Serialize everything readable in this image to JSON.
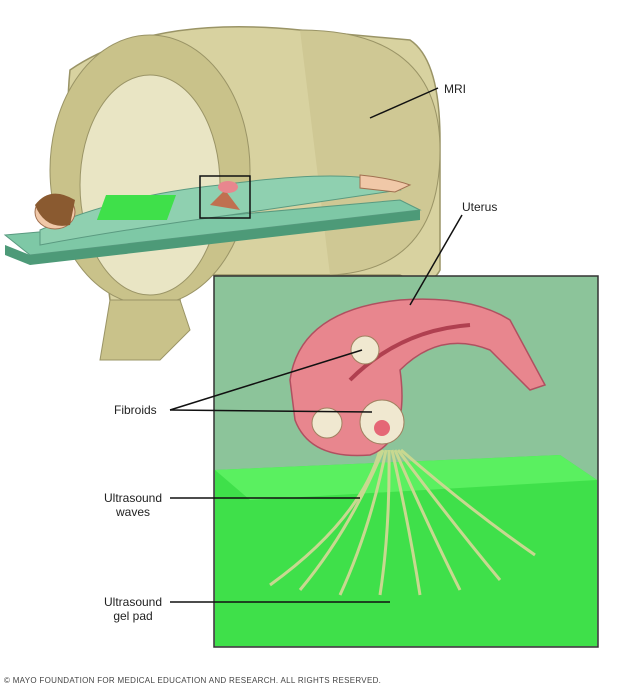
{
  "labels": {
    "mri": "MRI",
    "uterus": "Uterus",
    "fibroids": "Fibroids",
    "ultrasound_waves_1": "Ultrasound",
    "ultrasound_waves_2": "waves",
    "gel_pad_1": "Ultrasound",
    "gel_pad_2": "gel pad"
  },
  "copyright": "© MAYO FOUNDATION FOR MEDICAL EDUCATION AND RESEARCH. ALL RIGHTS RESERVED.",
  "colors": {
    "mri_body": "#d8d2a0",
    "inset_bg": "#8cc49a",
    "gel_pad": "#3fe04a",
    "uterus": "#e8868e",
    "gown": "#8fd0b0"
  }
}
